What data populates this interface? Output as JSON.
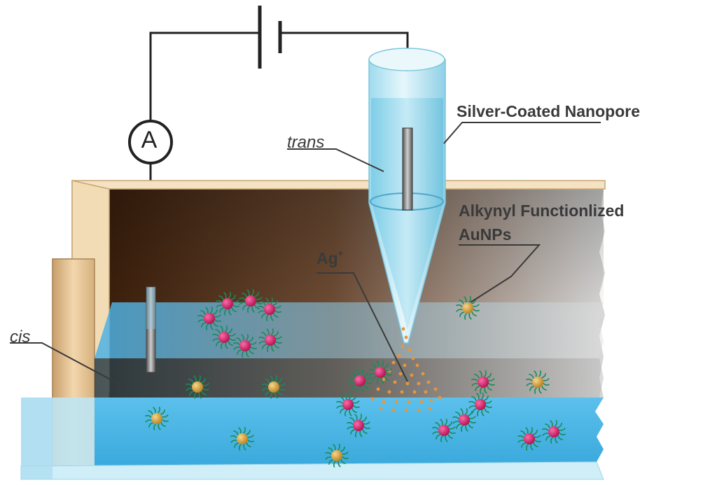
{
  "labels": {
    "silver_coated_nanopore": "Silver-Coated Nanopore",
    "alkynyl_line1": "Alkynyl Functionlized",
    "alkynyl_line2": "AuNPs",
    "ag_ion": "Ag",
    "ag_charge": "+",
    "trans": "trans",
    "cis": "cis",
    "ammeter": "A"
  },
  "colors": {
    "wire": "#222222",
    "wall_tan": "#f3dcb4",
    "wall_tan_dark": "#d9b788",
    "back_dark": "#4a2a14",
    "solution_blue": "#8fd2ef",
    "floor_blue": "#5fc2ec",
    "pipette_glass": "#bfe7f3",
    "gold_particle": "#c8922a",
    "magenta_particle": "#c8145a",
    "ligand_green": "#1a8a5a",
    "silver_dot": "#e8963a",
    "text": "#3a3a3a"
  },
  "icons": {
    "battery": "battery-symbol-icon",
    "ammeter": "ammeter-circle-icon",
    "electrode": "electrode-rod-icon"
  }
}
